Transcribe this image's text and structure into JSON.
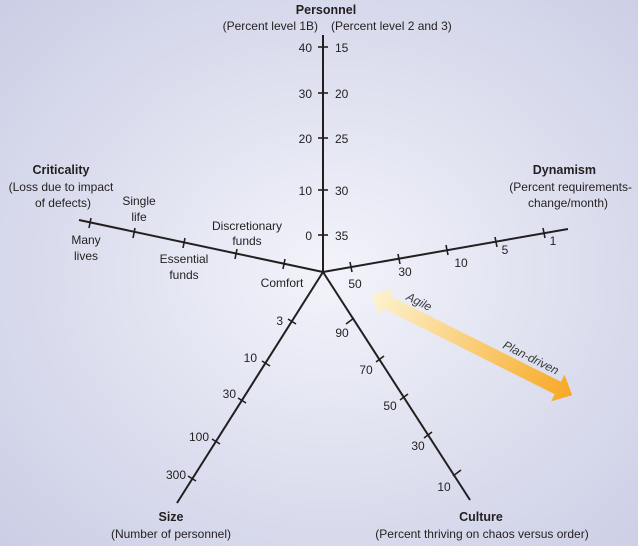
{
  "colors": {
    "background_edge": "#c9cce4",
    "background_center": "#f2f3fa",
    "axis": "#231f20",
    "arrow_light": "#fdf3cf",
    "arrow_dark": "#f7a823"
  },
  "axes": {
    "personnel": {
      "title": "Personnel",
      "left_sub": "(Percent level 1B)",
      "right_sub": "(Percent level 2 and 3)",
      "left_ticks": [
        "40",
        "30",
        "20",
        "10",
        "0"
      ],
      "right_ticks": [
        "15",
        "20",
        "25",
        "30",
        "35"
      ]
    },
    "dynamism": {
      "title": "Dynamism",
      "sub_line1": "(Percent requirements-",
      "sub_line2": "change/month)",
      "ticks": [
        "50",
        "30",
        "10",
        "5",
        "1"
      ]
    },
    "culture": {
      "title": "Culture",
      "sub": "(Percent thriving on chaos versus order)",
      "ticks": [
        "90",
        "70",
        "50",
        "30",
        "10"
      ]
    },
    "size": {
      "title": "Size",
      "sub": "(Number of personnel)",
      "ticks": [
        "3",
        "10",
        "30",
        "100",
        "300"
      ]
    },
    "criticality": {
      "title": "Criticality",
      "sub_line1": "(Loss due to impact",
      "sub_line2": "of defects)",
      "labels": {
        "comfort": "Comfort",
        "discretionary_1": "Discretionary",
        "discretionary_2": "funds",
        "essential_1": "Essential",
        "essential_2": "funds",
        "single_1": "Single",
        "single_2": "life",
        "many_1": "Many",
        "many_2": "lives"
      }
    }
  },
  "arrow": {
    "agile_label": "Agile",
    "plan_label": "Plan-driven"
  }
}
